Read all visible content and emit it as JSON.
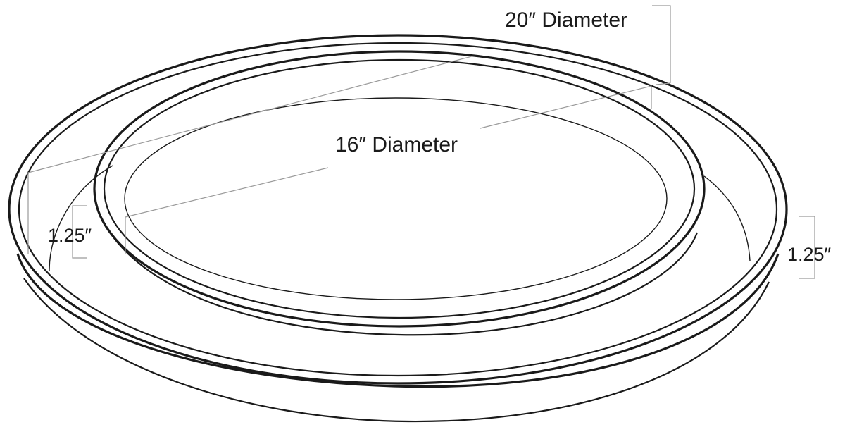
{
  "labels": {
    "large_tray_diameter": "20″ Diameter",
    "small_tray_diameter": "16″ Diameter",
    "small_tray_height": "1.25″",
    "large_tray_height": "1.25″"
  },
  "colors": {
    "outline": "#1a1a1a",
    "guide": "#9a9a9a",
    "background": "#ffffff"
  }
}
